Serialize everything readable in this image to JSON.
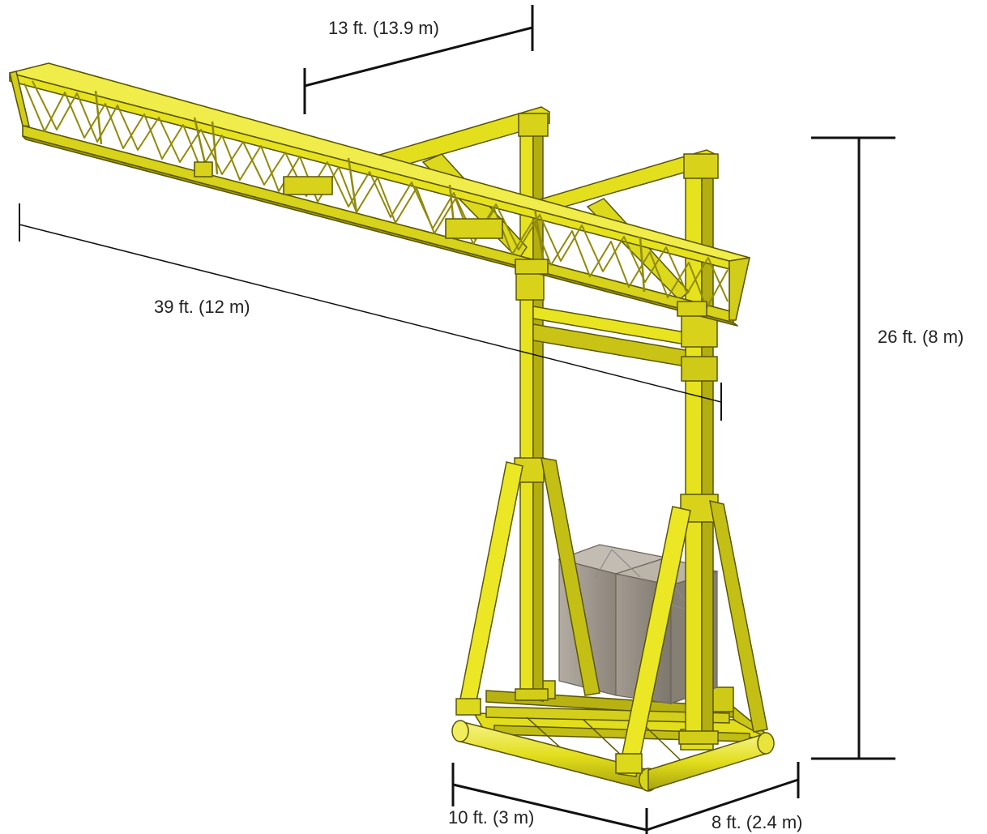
{
  "dimensions": {
    "boom_top": "13 ft. (13.9 m)",
    "boom_length": "39 ft. (12 m)",
    "height": "26 ft. (8 m)",
    "base_width": "10 ft. (3 m)",
    "base_depth": "8 ft. (2.4 m)"
  },
  "colors": {
    "steel": "#e6e21e",
    "steel_dark": "#a9a40c",
    "steel_light": "#f4f17a",
    "outline": "#5a5600",
    "concrete": "#9a9287",
    "dimension_line": "#111111"
  }
}
